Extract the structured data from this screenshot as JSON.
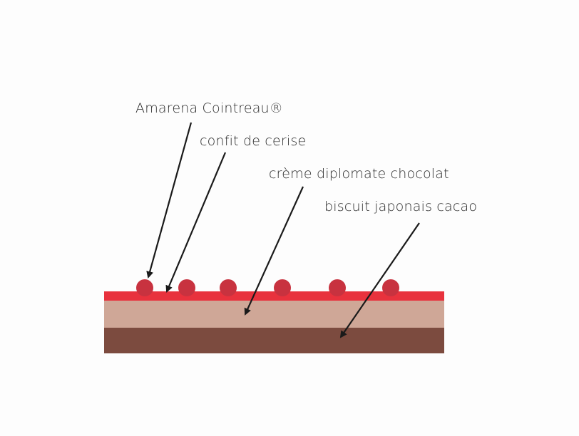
{
  "labels": {
    "amarena": "Amarena Cointreau®",
    "confit": "confit de cerise",
    "creme": "crème diplomate chocolat",
    "biscuit": "biscuit japonais cacao"
  },
  "colors": {
    "confit_layer": "#e8323d",
    "creme_layer": "#cfa797",
    "biscuit_layer": "#7c4b3f",
    "cherry": "#c8323f",
    "arrow": "#1a1a1a",
    "text": "#2b2b2b"
  },
  "cherry_count": 6
}
